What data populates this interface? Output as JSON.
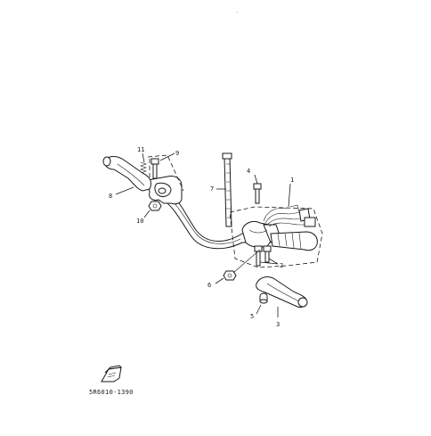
{
  "callouts": [
    "1",
    "2",
    "3",
    "4",
    "5",
    "6",
    "7",
    "8",
    "9",
    "10",
    "11"
  ],
  "diagram_code": "5R6010-1390",
  "logo": {
    "name": "tab-badge-icon"
  }
}
